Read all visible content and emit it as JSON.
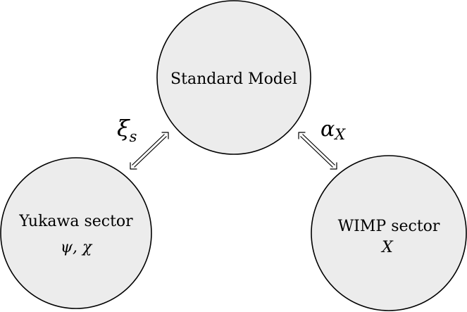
{
  "nodes": {
    "standard_model": {
      "label": "Standard Model"
    },
    "yukawa": {
      "label": "Yukawa sector",
      "fields": "ψ, χ"
    },
    "wimp": {
      "label": "WIMP sector",
      "fields": "X"
    }
  },
  "couplings": {
    "left": {
      "symbol": "ξ",
      "subscript": "s"
    },
    "right": {
      "symbol": "α",
      "subscript": "X"
    }
  },
  "colors": {
    "node_fill": "#ececec",
    "stroke": "#000000"
  }
}
